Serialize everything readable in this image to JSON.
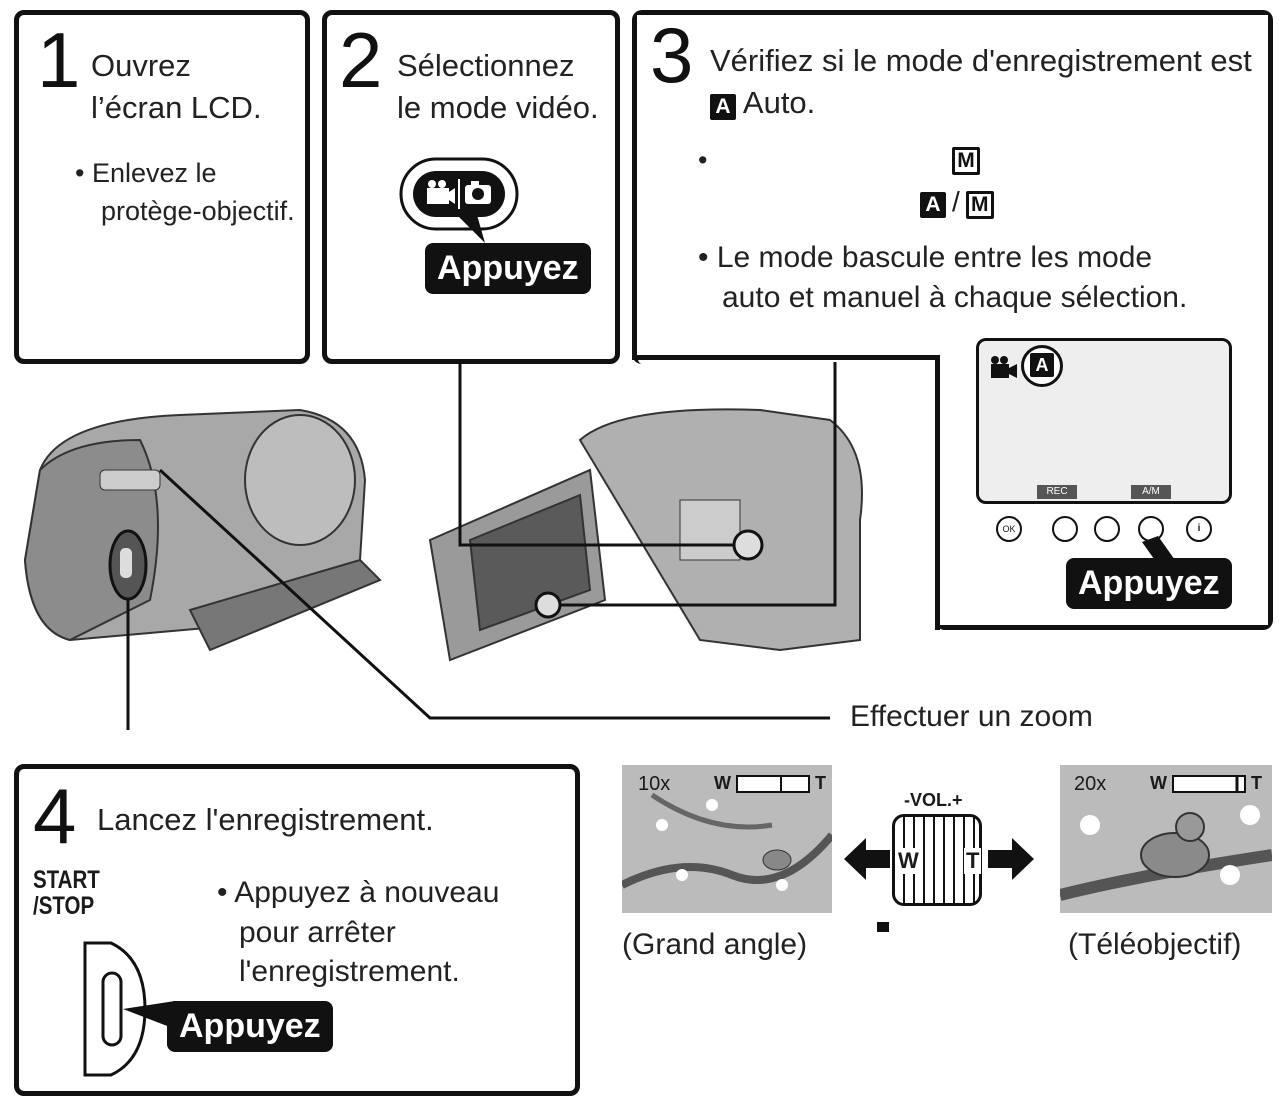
{
  "steps": [
    {
      "number": "1",
      "title_line1": "Ouvrez",
      "title_line2": "l’écran LCD.",
      "bullet_line1": "Enlevez le",
      "bullet_line2": "protège-objectif."
    },
    {
      "number": "2",
      "title_line1": "Sélectionnez",
      "title_line2": "le mode vidéo.",
      "button_label": "Appuyez"
    },
    {
      "number": "3",
      "title_line1": "Vérifiez si le mode d'enregistrement est",
      "mode_badge": "A",
      "title_line2": "Auto.",
      "badge_m": "M",
      "badge_a": "A",
      "badge_sep": "/",
      "badge_m2": "M",
      "bullet_line1": "Le mode bascule entre les mode",
      "bullet_line2": "auto et manuel à chaque sélection.",
      "button_label": "Appuyez",
      "lcd_mode_badge": "A",
      "lcd_rec_label": "REC",
      "lcd_am_label": "A/M",
      "lcd_ok_label": "OK",
      "lcd_info_label": "i"
    },
    {
      "number": "4",
      "title": "Lancez l'enregistrement.",
      "start_stop_line1": "START",
      "start_stop_line2": "/STOP",
      "bullet_line1": "Appuyez à nouveau",
      "bullet_line2": "pour arrêter",
      "bullet_line3": "l'enregistrement.",
      "button_label": "Appuyez"
    }
  ],
  "zoom": {
    "heading": "Effectuer un zoom",
    "wide_level": "10x",
    "tele_level": "20x",
    "w_label": "W",
    "t_label": "T",
    "lever_label": "-VOL.+",
    "lever_w": "W",
    "lever_t": "T",
    "wide_caption": "(Grand angle)",
    "tele_caption": "(Téléobjectif)"
  }
}
